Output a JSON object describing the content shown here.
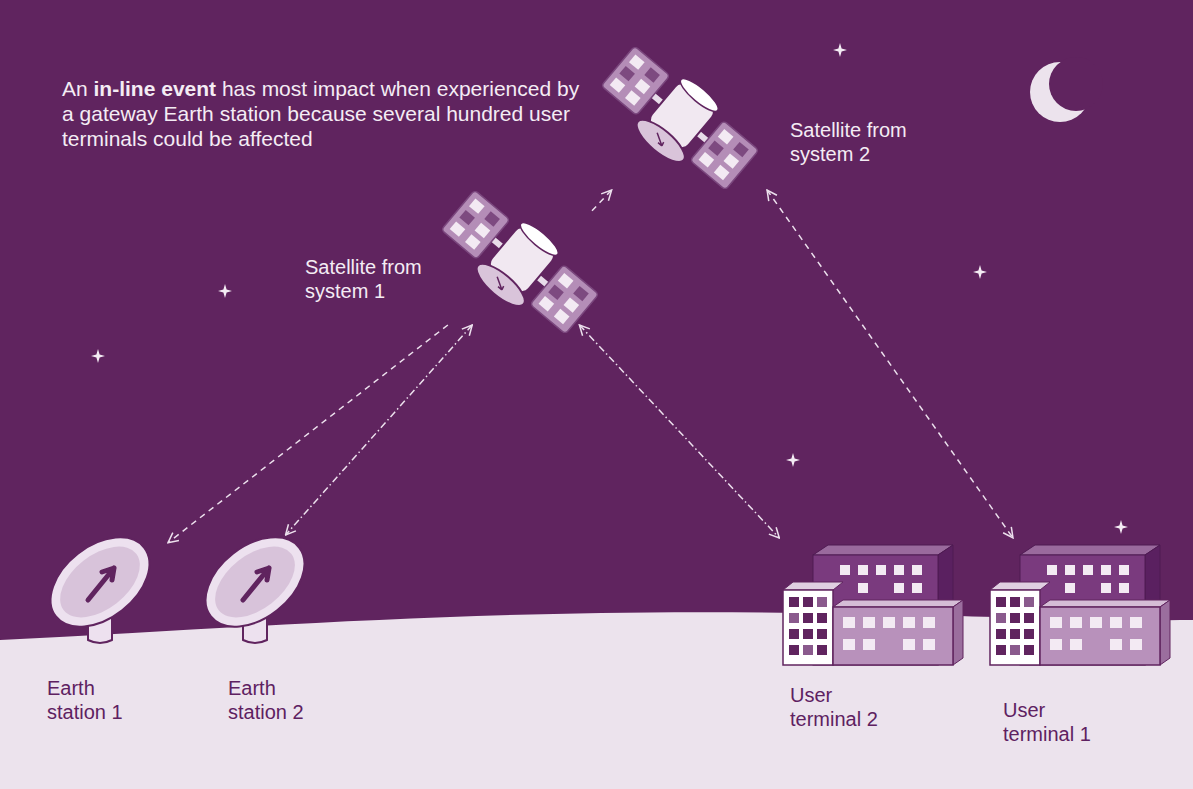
{
  "diagram": {
    "nodes": [
      {
        "text": [
          "Satellite from system 2"
        ]
      },
      {
        "text": [
          "Satellite from system 1"
        ]
      },
      {
        "text": [
          "Earth station 1"
        ]
      },
      {
        "text": [
          "Earth station 2"
        ]
      },
      {
        "text": [
          "User terminal 2"
        ]
      },
      {
        "text": [
          "User terminal 1"
        ]
      }
    ],
    "edges": [
      {
        "from": 1,
        "to": 2,
        "arrow": "to"
      },
      {
        "from": 1,
        "to": 3,
        "arrow": "both"
      },
      {
        "from": 1,
        "to": 4,
        "arrow": "both"
      },
      {
        "from": 1,
        "to": 0,
        "arrow": "to"
      },
      {
        "from": 0,
        "to": 5,
        "arrow": "both"
      }
    ],
    "labels": [
      "An in-line event has most impact when experienced by a gateway Earth station because several hundred user terminals could be affected"
    ]
  }
}
